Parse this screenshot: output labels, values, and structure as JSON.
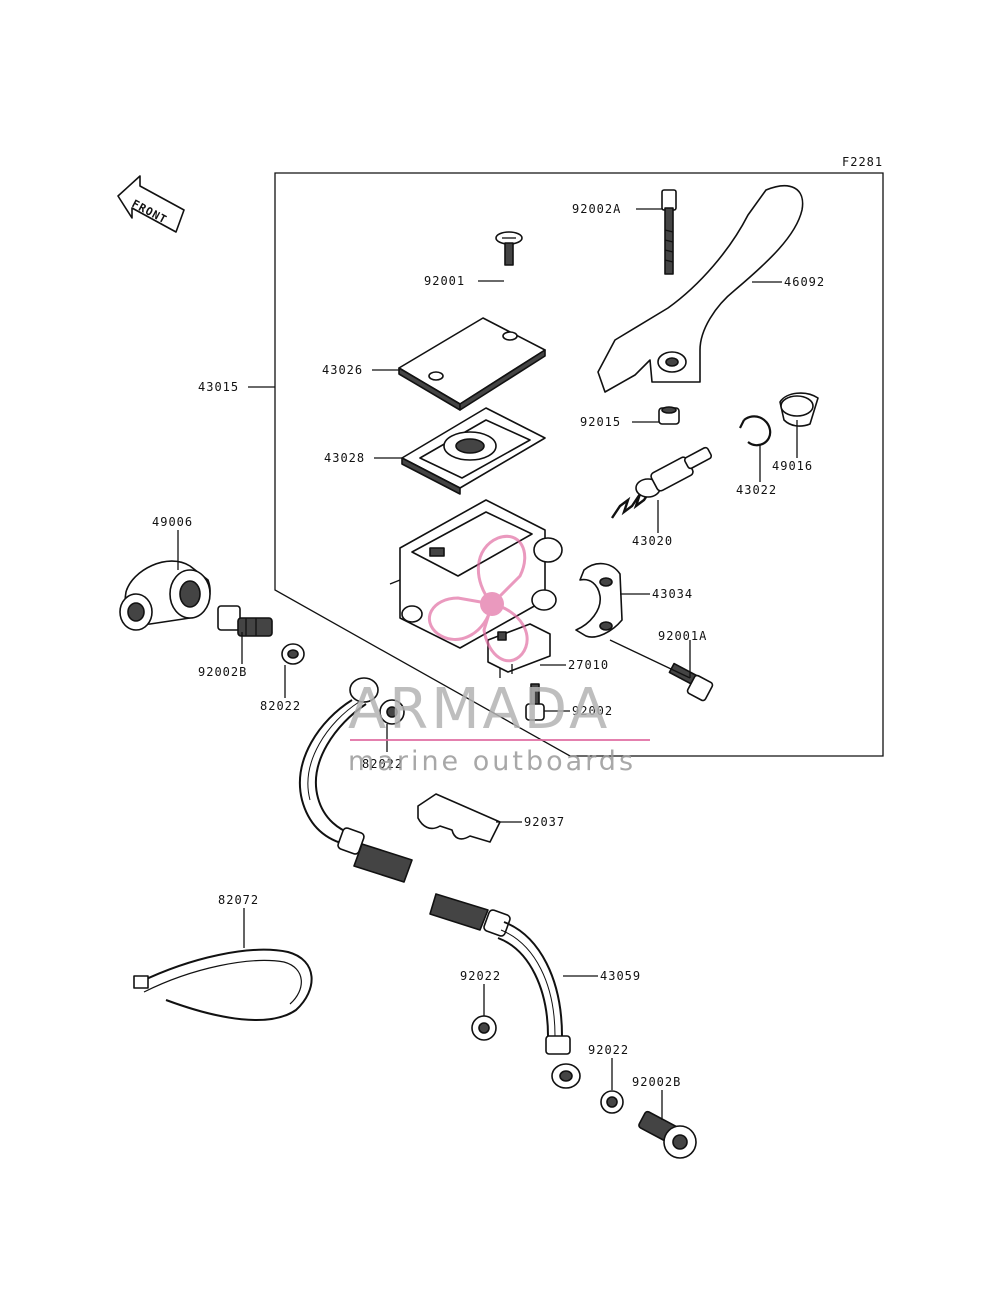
{
  "figure_code": "F2281",
  "front_marker": "FRONT",
  "watermark": {
    "title": "ARMADA",
    "subtitle": "marine outboards",
    "accent_color": "#e06aa0"
  },
  "parts": [
    {
      "id": "p-92002a",
      "label": "92002A"
    },
    {
      "id": "p-46092",
      "label": "46092"
    },
    {
      "id": "p-92001",
      "label": "92001"
    },
    {
      "id": "p-43026",
      "label": "43026"
    },
    {
      "id": "p-43015",
      "label": "43015"
    },
    {
      "id": "p-92015",
      "label": "92015"
    },
    {
      "id": "p-43028",
      "label": "43028"
    },
    {
      "id": "p-49016",
      "label": "49016"
    },
    {
      "id": "p-43022",
      "label": "43022"
    },
    {
      "id": "p-43020",
      "label": "43020"
    },
    {
      "id": "p-49006",
      "label": "49006"
    },
    {
      "id": "p-43034",
      "label": "43034"
    },
    {
      "id": "p-92001a",
      "label": "92001A"
    },
    {
      "id": "p-92002b-top",
      "label": "92002B"
    },
    {
      "id": "p-27010",
      "label": "27010"
    },
    {
      "id": "p-82022-left",
      "label": "82022"
    },
    {
      "id": "p-92002",
      "label": "92002"
    },
    {
      "id": "p-82022-mid",
      "label": "82022"
    },
    {
      "id": "p-92037",
      "label": "92037"
    },
    {
      "id": "p-82072",
      "label": "82072"
    },
    {
      "id": "p-43059",
      "label": "43059"
    },
    {
      "id": "p-92022-left",
      "label": "92022"
    },
    {
      "id": "p-92022-right",
      "label": "92022"
    },
    {
      "id": "p-92002b-bottom",
      "label": "92002B"
    }
  ]
}
